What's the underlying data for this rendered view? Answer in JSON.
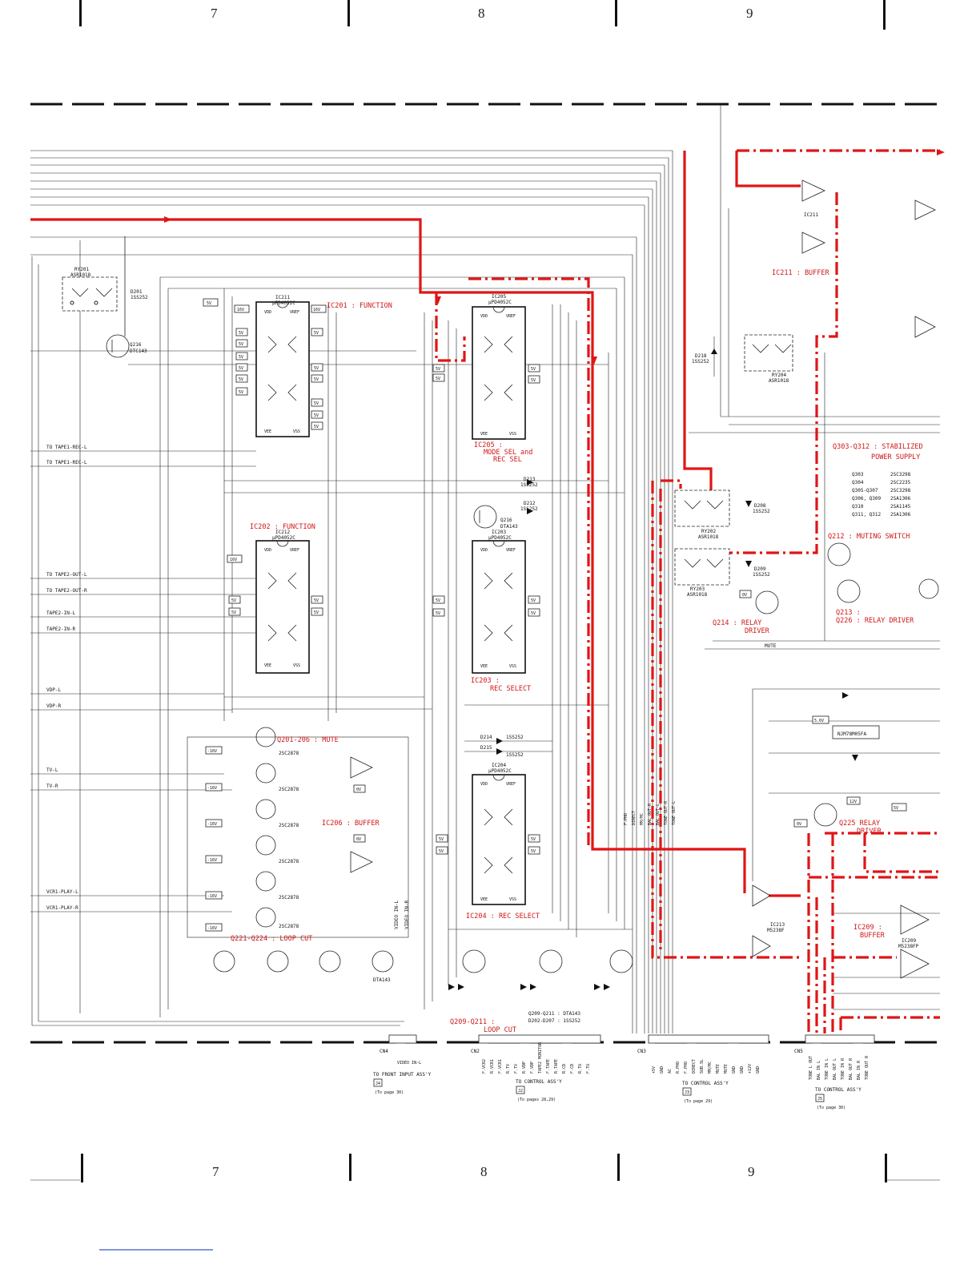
{
  "column_markers": [
    "7",
    "8",
    "9"
  ],
  "ics": {
    "ic201_title": "IC201 : FUNCTION",
    "ic202_title": "IC202 : FUNCTION",
    "ic211_label": "IC211",
    "ic212_label": "IC212",
    "part_4052": "μPD4052C",
    "ic205_label": "IC205",
    "ic205_title": "IC205 :",
    "ic205_title2": "MODE SEL and",
    "ic205_title3": "REC SEL",
    "ic203_label": "IC203",
    "ic203_title": "IC203 :",
    "ic203_title2": "REC SELECT",
    "ic204_label": "IC204",
    "ic204_title": "IC204 : REC SELECT",
    "ic206_title": "IC206 : BUFFER",
    "ic211_buffer": "IC211 : BUFFER",
    "ic209_title": "IC209 :",
    "ic209_title2": "BUFFER",
    "pin_vdd": "VDD",
    "pin_vref": "VREF",
    "pin_vee": "VEE",
    "pin_vss": "VSS"
  },
  "left_signals": [
    "TO TAPE1-REC-L",
    "TO TAPE1-REC-L",
    "TO TAPE2-OUT-L",
    "TO TAPE2-OUT-R",
    "TAPE2-IN-L",
    "TAPE2-IN-R",
    "VDP-L",
    "VDP-R",
    "TV-L",
    "TV-R",
    "VCR1-PLAY-L",
    "VCR1-PLAY-R"
  ],
  "relays": {
    "ry201": "RY201",
    "ry201_part": "ASR1018",
    "ry202": "RY202",
    "ry202_part": "ASR1018",
    "ry203": "RY203",
    "ry203_part": "ASR1018",
    "ry204": "RY204",
    "ry204_part": "ASR1018"
  },
  "mute_section": {
    "title": "Q201-206 : MUTE",
    "loop_cut": "Q221-Q224 : LOOP CUT",
    "loop_cut2": "Q209-Q211 :",
    "loop_cut3": "LOOP CUT",
    "transistor": "2SC2878"
  },
  "power_supply": {
    "title": "Q303-Q312 : STABILIZED",
    "title2": "POWER SUPPLY",
    "rows": [
      [
        "Q303",
        "2SC3298"
      ],
      [
        "Q304",
        "2SC2235"
      ],
      [
        "Q305-Q307",
        "2SC3298"
      ],
      [
        "Q306, Q309",
        "2SA1306"
      ],
      [
        "Q310",
        "2SA1145"
      ],
      [
        "Q311, Q312",
        "2SA1306"
      ]
    ]
  },
  "muting_switch": "Q212 : MUTING SWITCH",
  "relay_driver_q213": "Q213 :",
  "relay_driver_q226": "Q226 : RELAY DRIVER",
  "relay_driver_q214": "Q214 : RELAY",
  "relay_driver_q214b": "DRIVER",
  "relay_driver_q225": "Q225 RELAY",
  "relay_driver_q225b": "DRIVER",
  "mute_label": "MUTE",
  "regulator": "NJM78M05FA",
  "ic_buffers": {
    "ic213": "IC213",
    "m5238f": "M5238F",
    "ic209": "IC209",
    "m5238fp": "M5238FP"
  },
  "transistor_types": {
    "q209_q211": "Q209-Q211 : DTA143",
    "d202_d207": "D202-D207 : 1SS252"
  },
  "connectors": {
    "cn4": "CN4",
    "cn4_pins": [
      "VIDEO IN-L",
      "VIDEO IN-R"
    ],
    "cn4_dest": "TO FRONT INPUT ASS'Y",
    "cn4_jack": "J4",
    "cn4_page": "(To page 30)",
    "cn2": "CN2",
    "cn2_dest": "TO CONTROL ASS'Y",
    "cn2_jack": "J2",
    "cn2_page": "(To pages 28,29)",
    "cn3": "CN3",
    "cn3_dest": "TO CONTROL ASS'Y",
    "cn3_jack": "J3",
    "cn3_page": "(To page 29)",
    "cn5": "CN5",
    "cn5_dest": "TO CONTROL ASS'Y",
    "cn5_jack": "J5",
    "cn5_page": "(To page 30)"
  },
  "cn2_pin_labels": [
    "F.VCR2",
    "R.VCR1",
    "F.VCR1",
    "R.TV",
    "F.TV",
    "R.VDP",
    "F.VDP",
    "TAPE2 MONITOR",
    "F.TAPE",
    "R.TAPE",
    "R.CD",
    "F.CD",
    "R.TU",
    "F.TU"
  ],
  "cn3_pin_labels": [
    "+5V",
    "GND",
    "AC",
    "R.PHO",
    "F.PHO",
    "DIRECT",
    "SUB.SL",
    "MM/MC",
    "MUTE",
    "MUTE",
    "GND",
    "GND",
    "+12V",
    "GND"
  ],
  "cn5_pin_labels": [
    "TONE L OUT",
    "BAL IN L",
    "TONE IN L",
    "BAL OUT L",
    "TONE IN R",
    "BAL OUT R",
    "BAL IN R",
    "TONE OUT R"
  ],
  "bus_labels": [
    "F.PHO",
    "DIRECT",
    "MM/MC",
    "BAL OUT-R",
    "BAL OUT-L",
    "TONE OUT-R",
    "TONE OUT-L"
  ],
  "voltages": {
    "v5": "5V",
    "v16": "16V",
    "vm16": "-16V",
    "v12": "12V",
    "v0": "0V",
    "v56": "5.6V"
  },
  "colors": {
    "signal": "#e01515",
    "ink": "#222222"
  }
}
